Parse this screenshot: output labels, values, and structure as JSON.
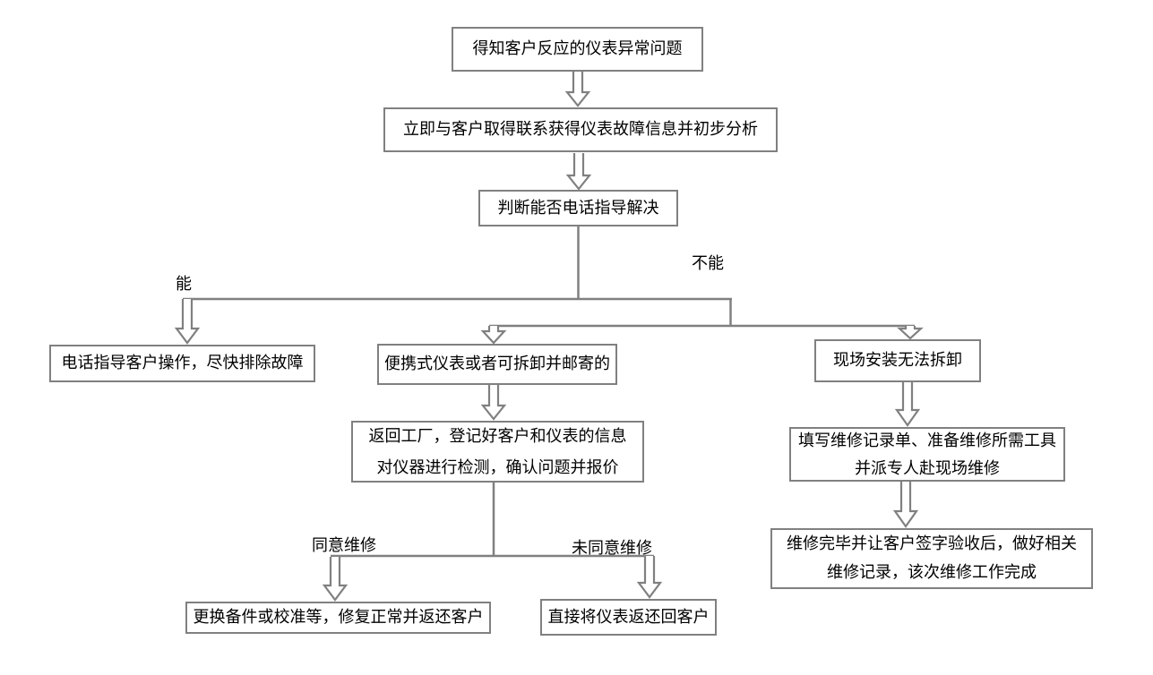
{
  "diagram": {
    "background_color": "#ffffff",
    "line_color": "#808080",
    "text_color": "#000000",
    "nodes": {
      "receive": {
        "label": "得知客户反应的仪表异常问题"
      },
      "contact": {
        "label": "立即与客户取得联系获得仪表故障信息并初步分析"
      },
      "judge": {
        "label": "判断能否电话指导解决"
      },
      "phone": {
        "label": "电话指导客户操作，尽快排除故障"
      },
      "portable": {
        "label": "便携式仪表或者可拆卸并邮寄的"
      },
      "onsite": {
        "label": "现场安装无法拆卸"
      },
      "factory": {
        "label": "返回工厂，登记好客户和仪表的信息\n对仪器进行检测，确认问题并报价"
      },
      "prepare": {
        "label": "填写维修记录单、准备维修所需工具\n并派专人赴现场维修"
      },
      "finish": {
        "label": "维修完毕并让客户签字验收后，做好相关\n维修记录，该次维修工作完成"
      },
      "repair": {
        "label": "更换备件或校准等，修复正常并返还客户"
      },
      "return_back": {
        "label": "直接将仪表返还回客户"
      }
    },
    "edge_labels": {
      "can": "能",
      "cannot": "不能",
      "agree": "同意维修",
      "disagree": "未同意维修"
    }
  }
}
